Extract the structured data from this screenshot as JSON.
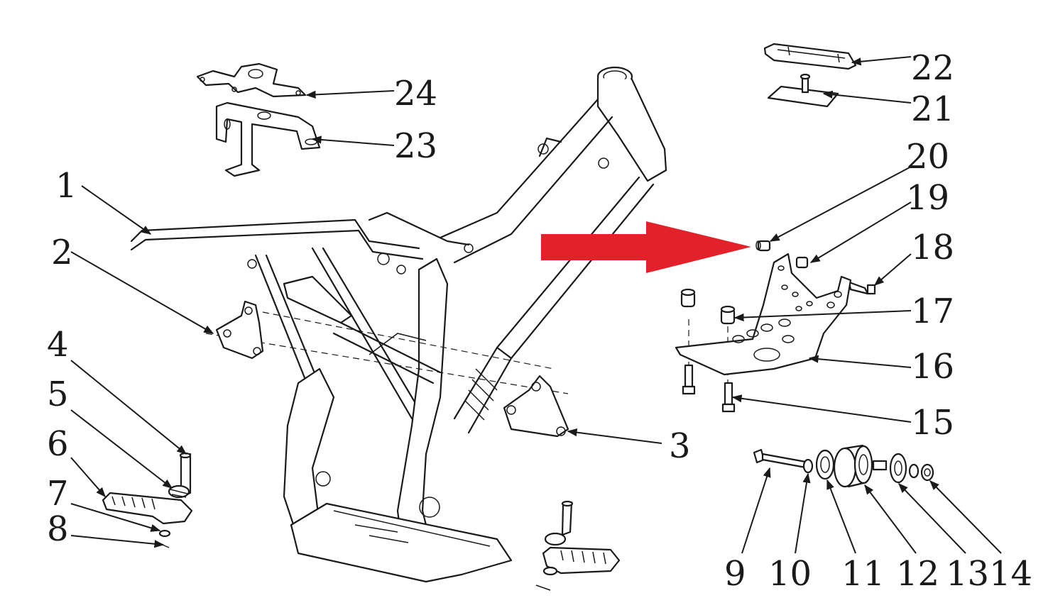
{
  "callouts": [
    {
      "id": "1",
      "label": "1"
    },
    {
      "id": "2",
      "label": "2"
    },
    {
      "id": "3",
      "label": "3"
    },
    {
      "id": "4",
      "label": "4"
    },
    {
      "id": "5",
      "label": "5"
    },
    {
      "id": "6",
      "label": "6"
    },
    {
      "id": "7",
      "label": "7"
    },
    {
      "id": "8",
      "label": "8"
    },
    {
      "id": "9",
      "label": "9"
    },
    {
      "id": "10",
      "label": "10"
    },
    {
      "id": "11",
      "label": "11"
    },
    {
      "id": "12",
      "label": "12"
    },
    {
      "id": "13",
      "label": "13"
    },
    {
      "id": "14",
      "label": "14"
    },
    {
      "id": "15",
      "label": "15"
    },
    {
      "id": "16",
      "label": "16"
    },
    {
      "id": "17",
      "label": "17"
    },
    {
      "id": "18",
      "label": "18"
    },
    {
      "id": "19",
      "label": "19"
    },
    {
      "id": "20",
      "label": "20"
    },
    {
      "id": "21",
      "label": "21"
    },
    {
      "id": "22",
      "label": "22"
    },
    {
      "id": "23",
      "label": "23"
    },
    {
      "id": "24",
      "label": "24"
    }
  ],
  "highlight_arrow": {
    "color": "#e2212a",
    "target": "20"
  },
  "line_color": "#1a1a1a"
}
